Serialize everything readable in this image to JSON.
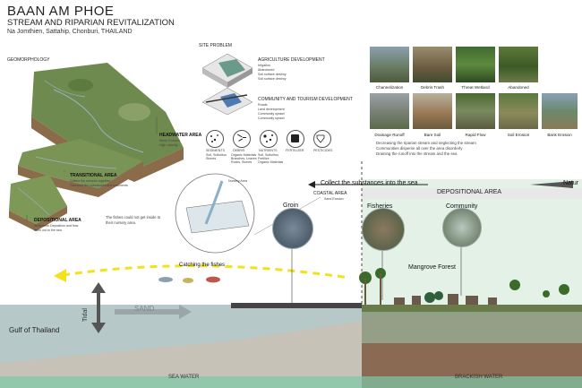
{
  "header": {
    "title": "BAAN AM PHOE",
    "subtitle": "STREAM AND RIPARIAN REVITALIZATION",
    "location": "Na Jomthien, Sattahip, Chonburi, THAILAND"
  },
  "geomorphology": {
    "heading": "GEOMORPHOLOGY",
    "headwater": {
      "title": "HEADWATER AREA",
      "lines": [
        "Steep Erosion",
        "High velocity"
      ]
    },
    "transitional": {
      "title": "TRANSITIONAL AREA",
      "lines": [
        "Collect the streams together",
        "Transport the substances and sediments"
      ]
    },
    "depositional": {
      "title": "DEPOSITIONAL AREA",
      "lines": [
        "Sediments Deposition and flow",
        "them out to the sea"
      ]
    }
  },
  "site_problem": {
    "heading": "SITE PROBLEM",
    "agri": {
      "title": "AGRICULTURE DEVELOPMENT",
      "lines": [
        "Irrigation",
        "Abandoned",
        "Soil surface destroy",
        "Soil surface destroy"
      ]
    },
    "community": {
      "title": "COMMUNITY AND TOURISM DEVELOPMENT",
      "lines": [
        "Roads",
        "Land development",
        "Community sprawl",
        "Community sprawl"
      ]
    },
    "pollutants": [
      {
        "title": "SEDIMENTS",
        "lines": [
          "Soil, Sulfuritus",
          "Stones"
        ]
      },
      {
        "title": "DEBRIS",
        "lines": [
          "Organic Materials",
          "Branches, Leaves",
          "Rocks, Stones"
        ]
      },
      {
        "title": "NUTRIENTS",
        "lines": [
          "Soil, Sulfuritus",
          "Fertilize",
          "Organic Materials"
        ]
      },
      {
        "title": "FERTILIZER",
        "lines": []
      },
      {
        "title": "PESTICIDES",
        "lines": []
      }
    ]
  },
  "photos": {
    "row1": [
      "Channelization",
      "Debris Trash",
      "Threat Wetland",
      "Abandoned"
    ],
    "row2": [
      "Drainage Runoff",
      "Bare Soil",
      "Rapid Flow",
      "Soil Erosion",
      "Bank Erosion"
    ],
    "caption": [
      "Decreasing the riparian stream and neglecting the stream",
      "Communities disperse all over the area disorderly",
      "Draining the runoff into the stream and the sea"
    ]
  },
  "section": {
    "collect_label": "Collect the substances into the sea",
    "natural_label": "Natur",
    "coastal_area": "COASTAL AREA",
    "sand_erosion": "Sand Erosion",
    "depositional_area": "DEPOSITIONAL AREA",
    "nursery_label": "Nursery Area",
    "fish_note": [
      "The fishes could not get inside to",
      "their nursery area."
    ],
    "groin": "Groin",
    "fisheries": "Fisheries",
    "community": "Community",
    "mangrove": "Mangrove Forest",
    "catching": "Catching the fishes",
    "tidal": "Tidal",
    "sand": "SAND",
    "gulf": "Gulf of Thailand",
    "sea_water": "SEA WATER",
    "brackish_water": "BRACKISH WATER"
  },
  "colors": {
    "sea": "#b7c8c9",
    "brackish": "#d9ecdf",
    "soil": "#8a6a52",
    "arrow_yellow": "#f2e21b",
    "bottom_band": "#7dc9a6"
  }
}
